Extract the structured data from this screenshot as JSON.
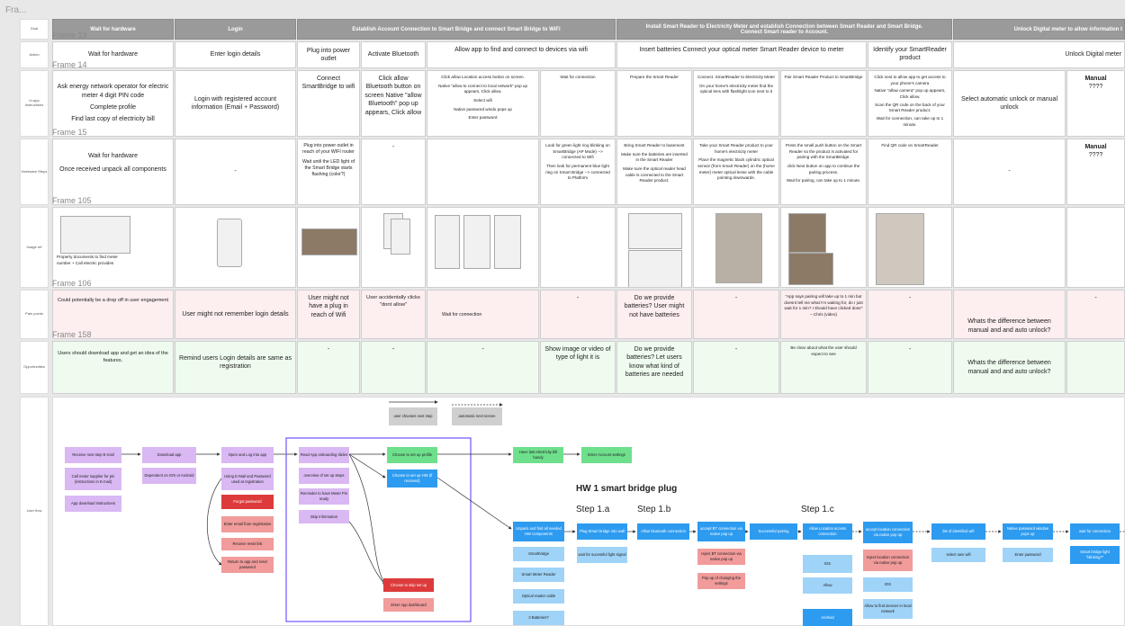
{
  "frame_title": "Fra...",
  "frame_labels": [
    "Frame 13",
    "Frame 14",
    "Frame 15",
    "Frame 105",
    "Frame 106",
    "Frame 158"
  ],
  "row_labels": [
    "Goal",
    "Action",
    "In-app Instructions",
    "Hardware Steps",
    "Image ref",
    "Pain points",
    "Opportunities",
    "User flow"
  ],
  "goals": [
    "Wait for hardware",
    "Login",
    "Establish Account Connection to Smart Bridge and connect Smart Bridge to WiFi",
    "Install Smart Reader to Electricity Meter and establish Connection between Smart Reader and Smart Bridge. Connect Smart reader to Account.",
    "Unlock Digital meter to allow information t"
  ],
  "actions": [
    "Wait for hardware",
    "Enter login details",
    "Plug into power outlet",
    "Activate Bluetooth",
    "Allow app to find and connect to devices via wifi",
    "Insert batteries Connect your optical meter Smart Reader device to meter",
    "Identify your SmartReader product",
    "Unlock Digital meter"
  ],
  "instructions": {
    "c1": [
      "Ask energy network operator for electric meter 4 digit PIN code",
      "Complete profile",
      "Find last copy of electricity bill"
    ],
    "c2": "Login with registered account information (Email + Password)",
    "c3": "Connect SmartBridge to wifi",
    "c4": "Click allow Bluetooth button on screen Native \"allow Bluetooth\" pop up appears, Click allow",
    "c5": [
      "Click allow Location access button on screen.",
      "Native \"allow to connect to local network\" pop up appears, Click allow.",
      "Select wifi",
      "Native password windo pops up",
      "Enter password"
    ],
    "c6": "Wait for connection",
    "c7": "Prepare the Smart Reader",
    "c8": [
      "Connect. SmartReader to Electricity Meter",
      "On your home's electricity meter find the optical lens with flashlight icon next to it"
    ],
    "c9": "Pair Smart Reader Product to SmartBridge",
    "c10": [
      "Click next to allow app to get access to your phone's camera",
      "Native \"allow camera\" pop up appears, Click allow.",
      "Scan the QR code on the back of your Smart Reader product.",
      "Wait for connection, can take up to 1 minute."
    ],
    "c11": "Select automatic unlock or manual unlock",
    "c12": [
      "Manual",
      "????"
    ]
  },
  "hardware": {
    "c1": [
      "Wait for hardware",
      "Once received unpack all components"
    ],
    "c2": "-",
    "c3": [
      "Plug into power outlet in reach of your WIFI router",
      "Wait until the LED light of the Smart Bridge starts flashing (color?)"
    ],
    "c4": "-",
    "c6": [
      "Look for green light ring blinking on SmartBridge (AP Mode) --> connected to Wifi",
      "Then look for permanent blue light ring on Smart Bridge --> connected to Platform"
    ],
    "c7": [
      "Bring Smart Reader to basement",
      "Make sure the batteries are inserted in the Smart Reader",
      "Make sure the optical reader head cable is connected to the Smart Reader product."
    ],
    "c8": [
      "Take your Smart Reader product to your home's electricity meter",
      "Place the magnetic black cylindric optical sensor (from Smart Reader) on the (home meter) meter optical lense with the cable pointing downwards."
    ],
    "c9": [
      "Press the small push button on the Smart Reader so the product is activated for pairing with the SmartBridge.",
      "click Next button on app to continue the pairing process.",
      "Wait for pairing, can take up to 1 minute."
    ],
    "c10": "Find QR code on SmartReader",
    "c11": "-",
    "c12": [
      "Manual",
      "????"
    ]
  },
  "image_caption": "Property documents to find meter number + Call electric provides",
  "pains": [
    "Could potentially be a drop off in user engagement",
    "User might not remember login details",
    "User might not have a plug in reach of Wifi",
    "User accidentally clicks \"dont allow\"",
    "Wait for connection",
    "-",
    "Do we provide batteries? User might not have batteries",
    "-",
    "\"App says pairing will take up to 1 min but doesnt tell me what I'm waiting for, do I just wait for 1 min? I should have clicked done\" – Chris (video)",
    "-",
    "Whats the difference between manual and and auto unlock?",
    "-"
  ],
  "opps": [
    "Users should download app and get an idea of the features.",
    "Remind users Login details are same as registration",
    "-",
    "-",
    "-",
    "Show image or video of type of light it is",
    "Do we provide batteries? Let users know what kind of batteries are needed",
    "-",
    "Be clear about what the user should expect to see",
    "-",
    "Whats the difference between manual and and auto unlock?"
  ],
  "legend": {
    "user": "user chooses next step",
    "auto": "automatic next screen"
  },
  "flow": {
    "n1": "Receive next step E-mail",
    "n2": "Call meter supplier for pin (instructions in E-mail)",
    "n3": "App download instructions",
    "n4": "Download app",
    "n5": "Dependent on IOS or Android",
    "n6": "Open and Log into app",
    "n7": "Using E-Mail and Password used at registration",
    "n8": "Forgot password",
    "n9": "Enter email from registration",
    "n10": "Receive reset link",
    "n11": "Return to app and reset password",
    "n12": "Read App onboarding slides",
    "n13": "overview of set up steps",
    "n14": "Reminder to have Meter Pin ready",
    "n15": "Skip Information",
    "n16": "Choose to set up profile",
    "n17": "Choose to set up HW (if received)",
    "n18": "Have last electricity bill handy",
    "n19": "Enter Account settings",
    "n20": "Choose to skip set up",
    "n21": "Enter App dashboard",
    "n22": "Unpack and find all needed HW components",
    "n23": "Smartbridge",
    "n24": "Smart Meter Reader",
    "n25": "Optical reader cable",
    "n26": "2 Batteries?",
    "n27": "Plug Smart bridge into wall",
    "n28": "wait for sucessful light signal",
    "n29": "Allow bluetooth connection",
    "n30": "accept BT connection via native pop up",
    "n31": "reject BT connection via native pop up",
    "n32": "Pop up of changing the settings",
    "n33": "Successful pairing",
    "n34": "Allow Location access connection",
    "n35": "IOS",
    "n36": "Allow",
    "n37": "Android",
    "n38": "accept location connection via native pop up",
    "n39": "reject location connection via native pop up",
    "n40": "IOS",
    "n41": "Allow to find devices in local network",
    "n42": "list of identified wifi",
    "n43": "select own wifi",
    "n44": "Native password window pops up",
    "n45": "Enter password",
    "n46": "wait for connection",
    "n47": "Smart bridge light \"blinking?\""
  },
  "flow_title": "HW 1 smart bridge plug",
  "steps": [
    "Step 1.a",
    "Step 1.b",
    "Step 1.c"
  ]
}
